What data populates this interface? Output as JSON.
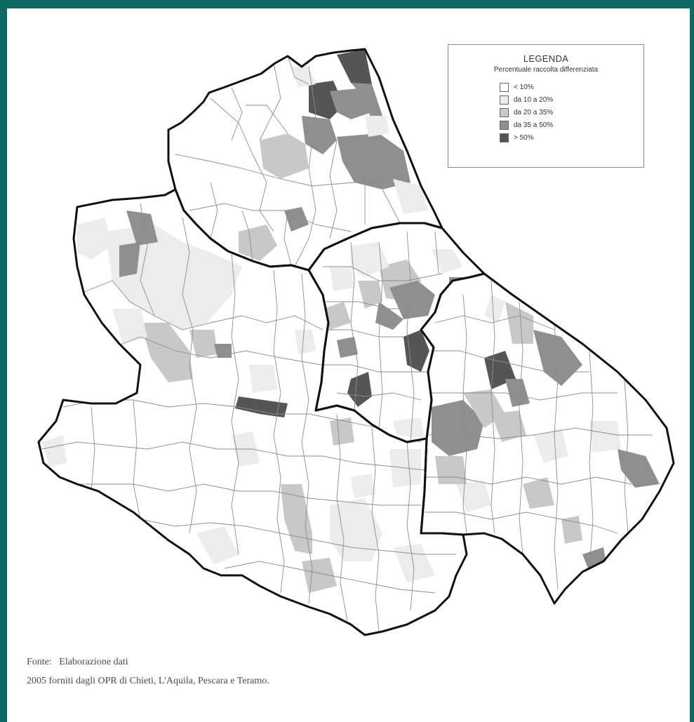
{
  "legend": {
    "title": "LEGENDA",
    "subtitle": "Percentuale raccolta differenziata",
    "classes": [
      {
        "label": "< 10%",
        "color": "#ffffff"
      },
      {
        "label": "da 10 a 20%",
        "color": "#ececec"
      },
      {
        "label": "da 20 a 35%",
        "color": "#c8c8c8"
      },
      {
        "label": "da 35 a 50%",
        "color": "#8f8f8f"
      },
      {
        "label": "> 50%",
        "color": "#555555"
      }
    ]
  },
  "source": {
    "line1": "Fonte:   Elaborazione dati",
    "line2": "2005 forniti dagli OPR di Chieti, L'Aquila, Pescara e Teramo."
  },
  "colors": {
    "frame": "#0c6a62",
    "province_border": "#111111",
    "municipality_border": "#8c8c8c"
  }
}
